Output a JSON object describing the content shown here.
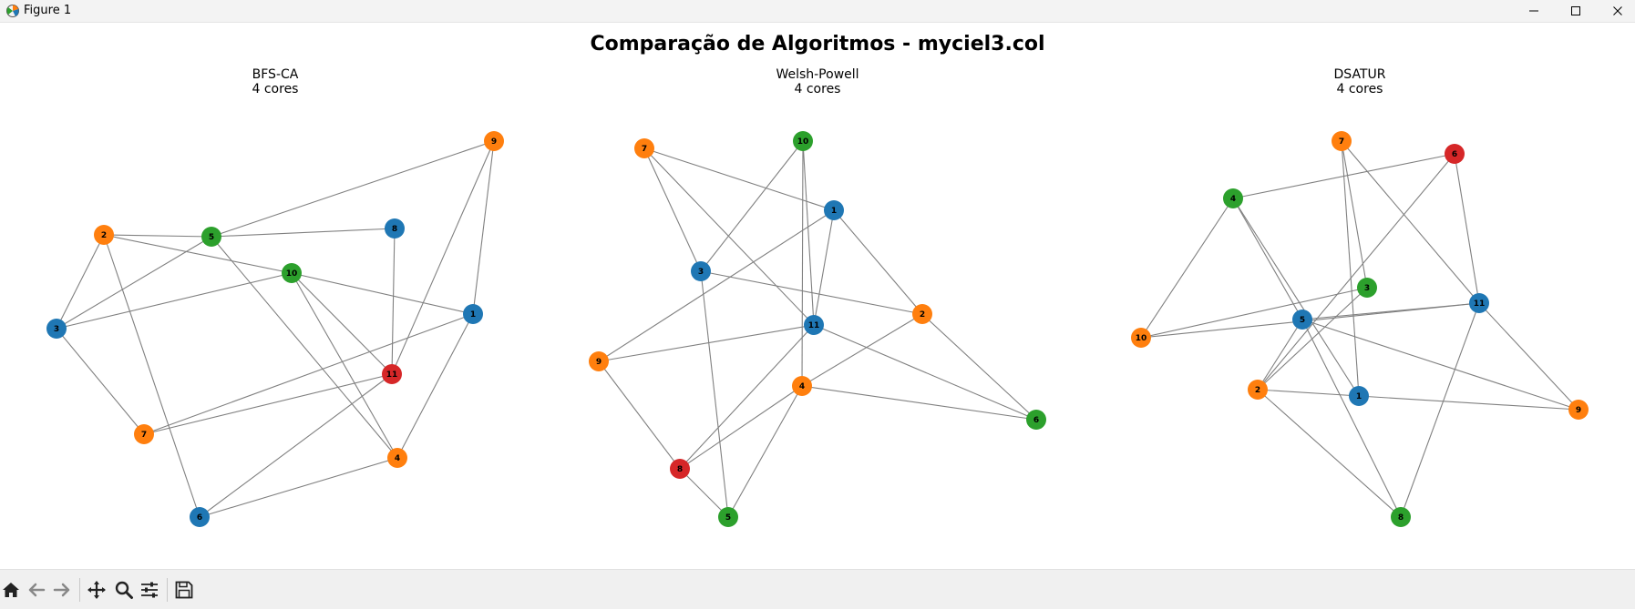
{
  "window": {
    "title": "Figure 1",
    "icon": "matplotlib-icon",
    "controls": [
      "minimize-icon",
      "maximize-icon",
      "close-icon"
    ]
  },
  "figure": {
    "title": "Comparação de Algoritmos - myciel3.col"
  },
  "colors": {
    "blue": "#1f77b4",
    "orange": "#ff7f0e",
    "green": "#2ca02c",
    "red": "#d62728",
    "edge": "#808080"
  },
  "chart_data": [
    {
      "type": "graph",
      "title": "BFS-CA",
      "subtitle": "4 cores",
      "nodes": [
        {
          "id": "1",
          "color": "blue"
        },
        {
          "id": "2",
          "color": "orange"
        },
        {
          "id": "3",
          "color": "blue"
        },
        {
          "id": "4",
          "color": "orange"
        },
        {
          "id": "5",
          "color": "green"
        },
        {
          "id": "6",
          "color": "blue"
        },
        {
          "id": "7",
          "color": "orange"
        },
        {
          "id": "8",
          "color": "blue"
        },
        {
          "id": "9",
          "color": "orange"
        },
        {
          "id": "10",
          "color": "green"
        },
        {
          "id": "11",
          "color": "red"
        }
      ],
      "edges": [
        [
          "2",
          "5"
        ],
        [
          "2",
          "3"
        ],
        [
          "2",
          "6"
        ],
        [
          "2",
          "10"
        ],
        [
          "5",
          "8"
        ],
        [
          "5",
          "9"
        ],
        [
          "5",
          "3"
        ],
        [
          "5",
          "4"
        ],
        [
          "3",
          "10"
        ],
        [
          "3",
          "7"
        ],
        [
          "10",
          "1"
        ],
        [
          "10",
          "11"
        ],
        [
          "10",
          "4"
        ],
        [
          "9",
          "1"
        ],
        [
          "9",
          "11"
        ],
        [
          "8",
          "11"
        ],
        [
          "1",
          "7"
        ],
        [
          "1",
          "4"
        ],
        [
          "11",
          "7"
        ],
        [
          "11",
          "6"
        ],
        [
          "6",
          "4"
        ]
      ]
    },
    {
      "type": "graph",
      "title": "Welsh-Powell",
      "subtitle": "4 cores",
      "nodes": [
        {
          "id": "1",
          "color": "blue"
        },
        {
          "id": "2",
          "color": "orange"
        },
        {
          "id": "3",
          "color": "blue"
        },
        {
          "id": "4",
          "color": "orange"
        },
        {
          "id": "5",
          "color": "green"
        },
        {
          "id": "6",
          "color": "green"
        },
        {
          "id": "7",
          "color": "orange"
        },
        {
          "id": "8",
          "color": "red"
        },
        {
          "id": "9",
          "color": "orange"
        },
        {
          "id": "10",
          "color": "green"
        },
        {
          "id": "11",
          "color": "blue"
        }
      ],
      "edges": [
        [
          "7",
          "3"
        ],
        [
          "7",
          "1"
        ],
        [
          "7",
          "11"
        ],
        [
          "10",
          "3"
        ],
        [
          "10",
          "11"
        ],
        [
          "10",
          "4"
        ],
        [
          "1",
          "9"
        ],
        [
          "1",
          "2"
        ],
        [
          "1",
          "11"
        ],
        [
          "3",
          "2"
        ],
        [
          "3",
          "5"
        ],
        [
          "11",
          "9"
        ],
        [
          "11",
          "8"
        ],
        [
          "11",
          "6"
        ],
        [
          "2",
          "4"
        ],
        [
          "2",
          "6"
        ],
        [
          "4",
          "8"
        ],
        [
          "4",
          "5"
        ],
        [
          "4",
          "6"
        ],
        [
          "9",
          "8"
        ],
        [
          "8",
          "5"
        ]
      ]
    },
    {
      "type": "graph",
      "title": "DSATUR",
      "subtitle": "4 cores",
      "nodes": [
        {
          "id": "1",
          "color": "blue"
        },
        {
          "id": "2",
          "color": "orange"
        },
        {
          "id": "3",
          "color": "green"
        },
        {
          "id": "4",
          "color": "green"
        },
        {
          "id": "5",
          "color": "blue"
        },
        {
          "id": "6",
          "color": "red"
        },
        {
          "id": "7",
          "color": "orange"
        },
        {
          "id": "8",
          "color": "green"
        },
        {
          "id": "9",
          "color": "orange"
        },
        {
          "id": "10",
          "color": "orange"
        },
        {
          "id": "11",
          "color": "blue"
        }
      ],
      "edges": [
        [
          "7",
          "3"
        ],
        [
          "7",
          "1"
        ],
        [
          "7",
          "11"
        ],
        [
          "4",
          "6"
        ],
        [
          "4",
          "10"
        ],
        [
          "4",
          "5"
        ],
        [
          "4",
          "1"
        ],
        [
          "6",
          "2"
        ],
        [
          "6",
          "11"
        ],
        [
          "3",
          "10"
        ],
        [
          "3",
          "2"
        ],
        [
          "5",
          "11"
        ],
        [
          "5",
          "9"
        ],
        [
          "5",
          "8"
        ],
        [
          "5",
          "2"
        ],
        [
          "10",
          "11"
        ],
        [
          "2",
          "1"
        ],
        [
          "2",
          "8"
        ],
        [
          "1",
          "9"
        ],
        [
          "11",
          "9"
        ],
        [
          "11",
          "8"
        ]
      ]
    }
  ],
  "toolbar": {
    "buttons": [
      "home-icon",
      "back-icon",
      "forward-icon",
      "pan-icon",
      "zoom-icon",
      "configure-subplots-icon",
      "save-icon"
    ]
  }
}
